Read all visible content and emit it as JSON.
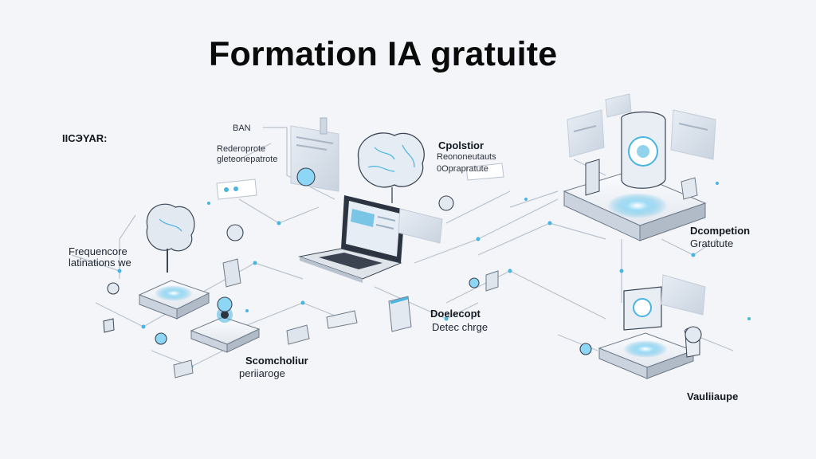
{
  "title": "Formation IA gratuite",
  "labels": {
    "left_head": "IICЭYAR:",
    "left_l1": "Frequencore",
    "left_l2": "latinations we",
    "top_small": "BAN",
    "top_l1": "Rederoprote",
    "top_l2": "gleteonepatrote",
    "center_head": "Cpolstior",
    "center_l1": "Reononeutauts",
    "center_l2": "0Oprapratute",
    "right_head": "Dcompetion",
    "right_l1": "Gratutute",
    "mid_head": "Doelecopt",
    "mid_l1": "Detec chrge",
    "bottom_head": "Scomcholiur",
    "bottom_l1": "periiaroge",
    "bottom_right": "Vauliiaupe"
  },
  "colors": {
    "accent": "#48b4e0",
    "glow": "#8ed6f5",
    "line": "#b8c2ce",
    "dark": "#2c3440"
  }
}
